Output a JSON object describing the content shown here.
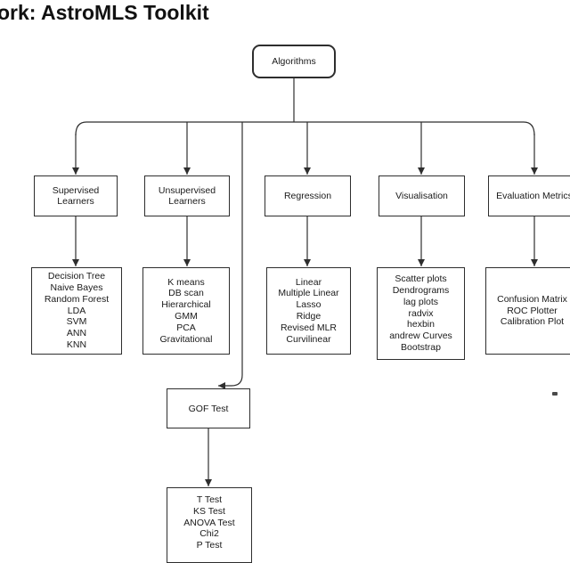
{
  "title": "ork: AstroMLS Toolkit",
  "colors": {
    "background": "#ffffff",
    "line": "#2e2e2e",
    "text": "#1a1a1a"
  },
  "diagram": {
    "root": {
      "label": "Algorithms"
    },
    "branches": [
      {
        "label": "Supervised Learners",
        "items": "Decision Tree\nNaive Bayes\nRandom Forest\nLDA\nSVM\nANN\nKNN"
      },
      {
        "label": "Unsupervised Learners",
        "items": "K means\nDB scan\nHierarchical\nGMM\nPCA\nGravitational"
      },
      {
        "label": "Regression",
        "items": "Linear\nMultiple Linear\nLasso\nRidge\nRevised MLR\nCurvilinear"
      },
      {
        "label": "Visualisation",
        "items": "Scatter plots\nDendrograms\nlag plots\nradvix\nhexbin\nandrew Curves\nBootstrap"
      },
      {
        "label": "Evaluation Metrics",
        "items": "Confusion Matrix\nROC Plotter\nCalibration Plot"
      }
    ],
    "gof": {
      "label": "GOF Test",
      "items": "T Test\nKS Test\nANOVA Test\nChi2\nP Test"
    }
  }
}
